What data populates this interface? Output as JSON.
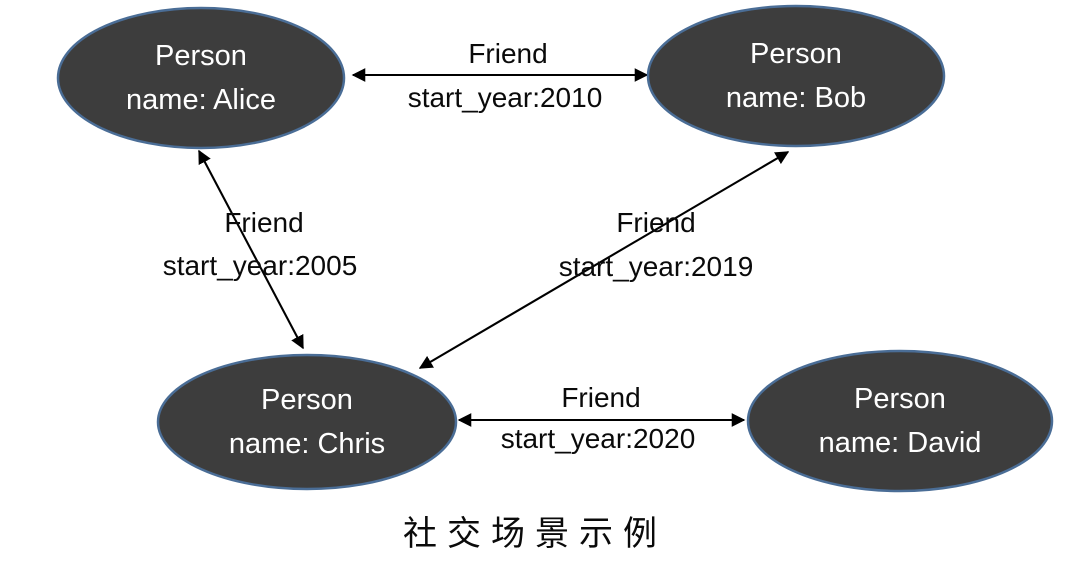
{
  "diagram": {
    "caption": "社交场景示例",
    "nodes": [
      {
        "id": "alice",
        "type_label": "Person",
        "name_label": "name: Alice"
      },
      {
        "id": "bob",
        "type_label": "Person",
        "name_label": "name: Bob"
      },
      {
        "id": "chris",
        "type_label": "Person",
        "name_label": "name: Chris"
      },
      {
        "id": "david",
        "type_label": "Person",
        "name_label": "name: David"
      }
    ],
    "edges": [
      {
        "from": "alice",
        "to": "bob",
        "label": "Friend",
        "property": "start_year:2010",
        "direction": "bidirectional"
      },
      {
        "from": "alice",
        "to": "chris",
        "label": "Friend",
        "property": "start_year:2005",
        "direction": "bidirectional"
      },
      {
        "from": "bob",
        "to": "chris",
        "label": "Friend",
        "property": "start_year:2019",
        "direction": "bidirectional"
      },
      {
        "from": "chris",
        "to": "david",
        "label": "Friend",
        "property": "start_year:2020",
        "direction": "bidirectional"
      }
    ]
  },
  "colors": {
    "node_fill": "#3d3d3d",
    "node_border": "#4a6d96",
    "node_text": "#ffffff",
    "edge_line": "#000000",
    "label_text": "#0a0a0a",
    "background": "#ffffff"
  }
}
